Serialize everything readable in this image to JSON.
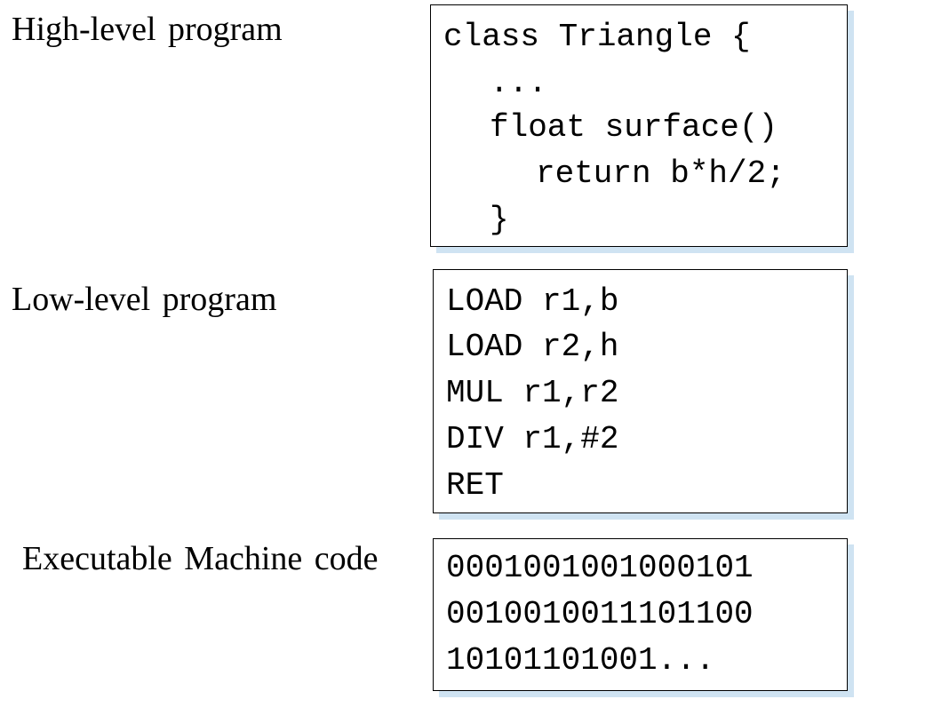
{
  "high_level": {
    "label": "High-level program",
    "code_lines": [
      "class Triangle {",
      "...",
      "float surface()",
      "return b*h/2;",
      "}"
    ]
  },
  "low_level": {
    "label": "Low-level program",
    "code_lines": [
      "LOAD r1,b",
      "LOAD r2,h",
      "MUL r1,r2",
      "DIV r1,#2",
      "RET"
    ]
  },
  "machine_code": {
    "label": "Executable Machine code",
    "code_lines": [
      "0001001001000101",
      "0010010011101100",
      "10101101001..."
    ]
  },
  "colors": {
    "box_shadow": "#cfe3f2",
    "border": "#000000",
    "text": "#000000"
  }
}
